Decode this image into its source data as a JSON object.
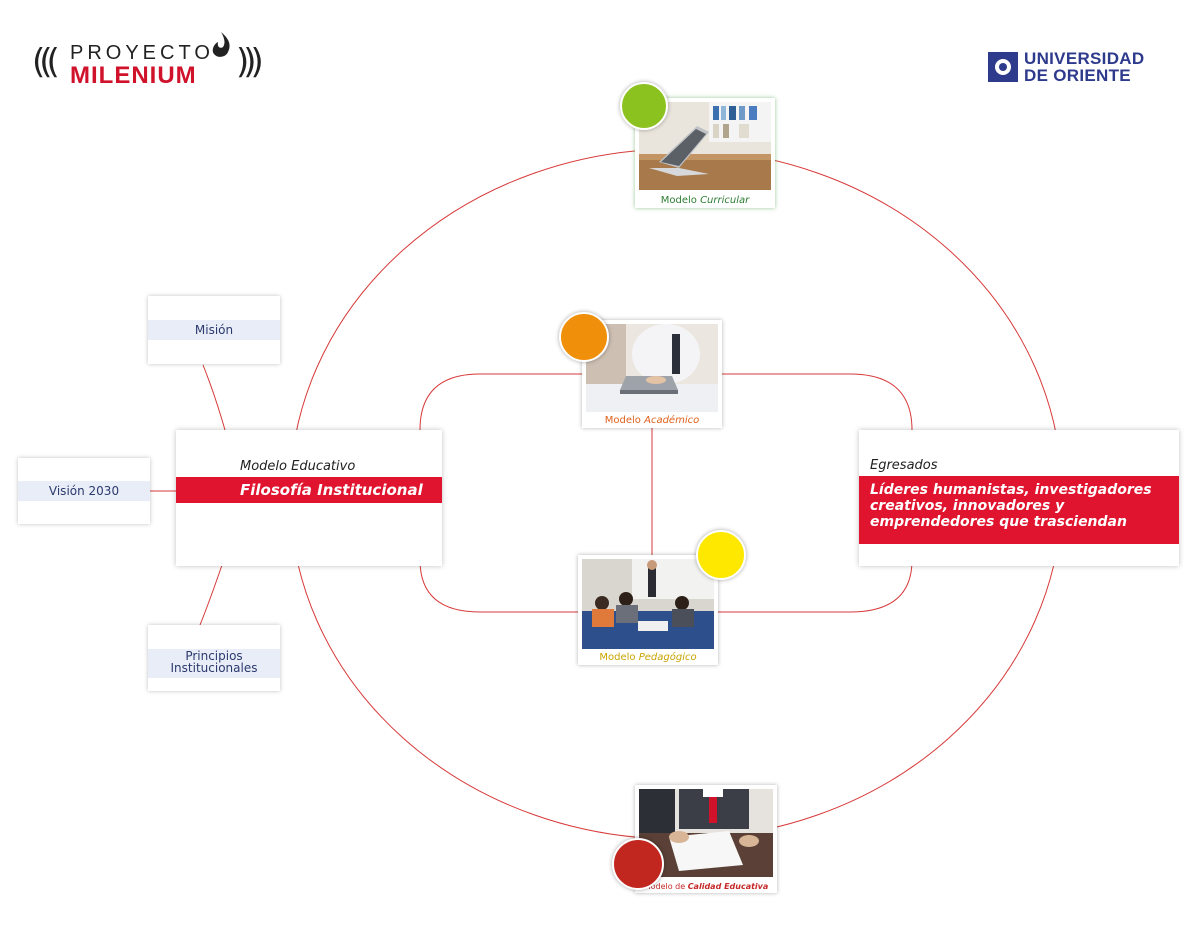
{
  "logos": {
    "proyecto": "PROYECTO",
    "milenium": "MILENIUM",
    "universidad": "UNIVERSIDAD",
    "de_oriente": "DE ORIENTE"
  },
  "side_cards": {
    "mision": "Misión",
    "vision": "Visión 2030",
    "principios_line1": "Principios",
    "principios_line2": "Institucionales"
  },
  "center_left": {
    "caption": "Modelo Educativo",
    "highlight": "Filosofía  Institucional"
  },
  "center_right": {
    "caption": "Egresados",
    "highlight_line1": "Líderes humanistas, investigadores",
    "highlight_line2": "creativos, innovadores y",
    "highlight_line3": "emprendedores que trasciendan"
  },
  "models": {
    "curricular": {
      "prefix": "Modelo ",
      "emph": "Curricular",
      "color": "#2e7d32",
      "circle": "#8cc21f"
    },
    "academico": {
      "prefix": "Modelo ",
      "emph": "Académico",
      "color": "#e0601b",
      "circle": "#f0900a"
    },
    "pedagogico": {
      "prefix": "Modelo ",
      "emph": "Pedagógico",
      "color": "#c9a400",
      "circle": "#ffe800"
    },
    "calidad": {
      "prefix": "Modelo de ",
      "emph": "Calidad Educativa",
      "color": "#c62828",
      "circle": "#c2271f"
    }
  },
  "colors": {
    "accent_red": "#e0142e",
    "line_red": "#d83a3a",
    "navy": "#2e3a8c"
  }
}
